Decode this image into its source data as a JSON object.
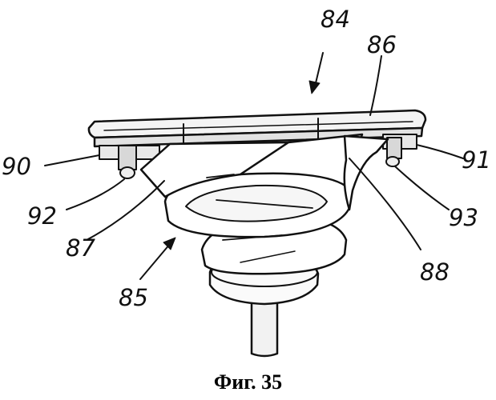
{
  "figure": {
    "caption": "Фиг. 35",
    "reference_numerals": {
      "r84": "84",
      "r86": "86",
      "r90": "90",
      "r91": "91",
      "r92": "92",
      "r93": "93",
      "r87": "87",
      "r88": "88",
      "r85": "85"
    }
  }
}
